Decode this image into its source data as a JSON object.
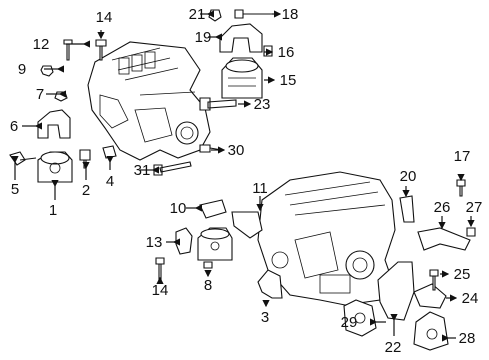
{
  "diagram": {
    "callouts": [
      {
        "id": "c1",
        "text": "1"
      },
      {
        "id": "c2",
        "text": "2"
      },
      {
        "id": "c3",
        "text": "3"
      },
      {
        "id": "c4",
        "text": "4"
      },
      {
        "id": "c5",
        "text": "5"
      },
      {
        "id": "c6",
        "text": "6"
      },
      {
        "id": "c7",
        "text": "7"
      },
      {
        "id": "c8",
        "text": "8"
      },
      {
        "id": "c9",
        "text": "9"
      },
      {
        "id": "c10",
        "text": "10"
      },
      {
        "id": "c11",
        "text": "11"
      },
      {
        "id": "c12",
        "text": "12"
      },
      {
        "id": "c13",
        "text": "13"
      },
      {
        "id": "c14a",
        "text": "14"
      },
      {
        "id": "c14b",
        "text": "14"
      },
      {
        "id": "c15",
        "text": "15"
      },
      {
        "id": "c16",
        "text": "16"
      },
      {
        "id": "c17",
        "text": "17"
      },
      {
        "id": "c18",
        "text": "18"
      },
      {
        "id": "c19",
        "text": "19"
      },
      {
        "id": "c20",
        "text": "20"
      },
      {
        "id": "c21",
        "text": "21"
      },
      {
        "id": "c22",
        "text": "22"
      },
      {
        "id": "c23",
        "text": "23"
      },
      {
        "id": "c24",
        "text": "24"
      },
      {
        "id": "c25",
        "text": "25"
      },
      {
        "id": "c26",
        "text": "26"
      },
      {
        "id": "c27",
        "text": "27"
      },
      {
        "id": "c28",
        "text": "28"
      },
      {
        "id": "c29",
        "text": "29"
      },
      {
        "id": "c30",
        "text": "30"
      },
      {
        "id": "c31",
        "text": "31"
      }
    ]
  }
}
